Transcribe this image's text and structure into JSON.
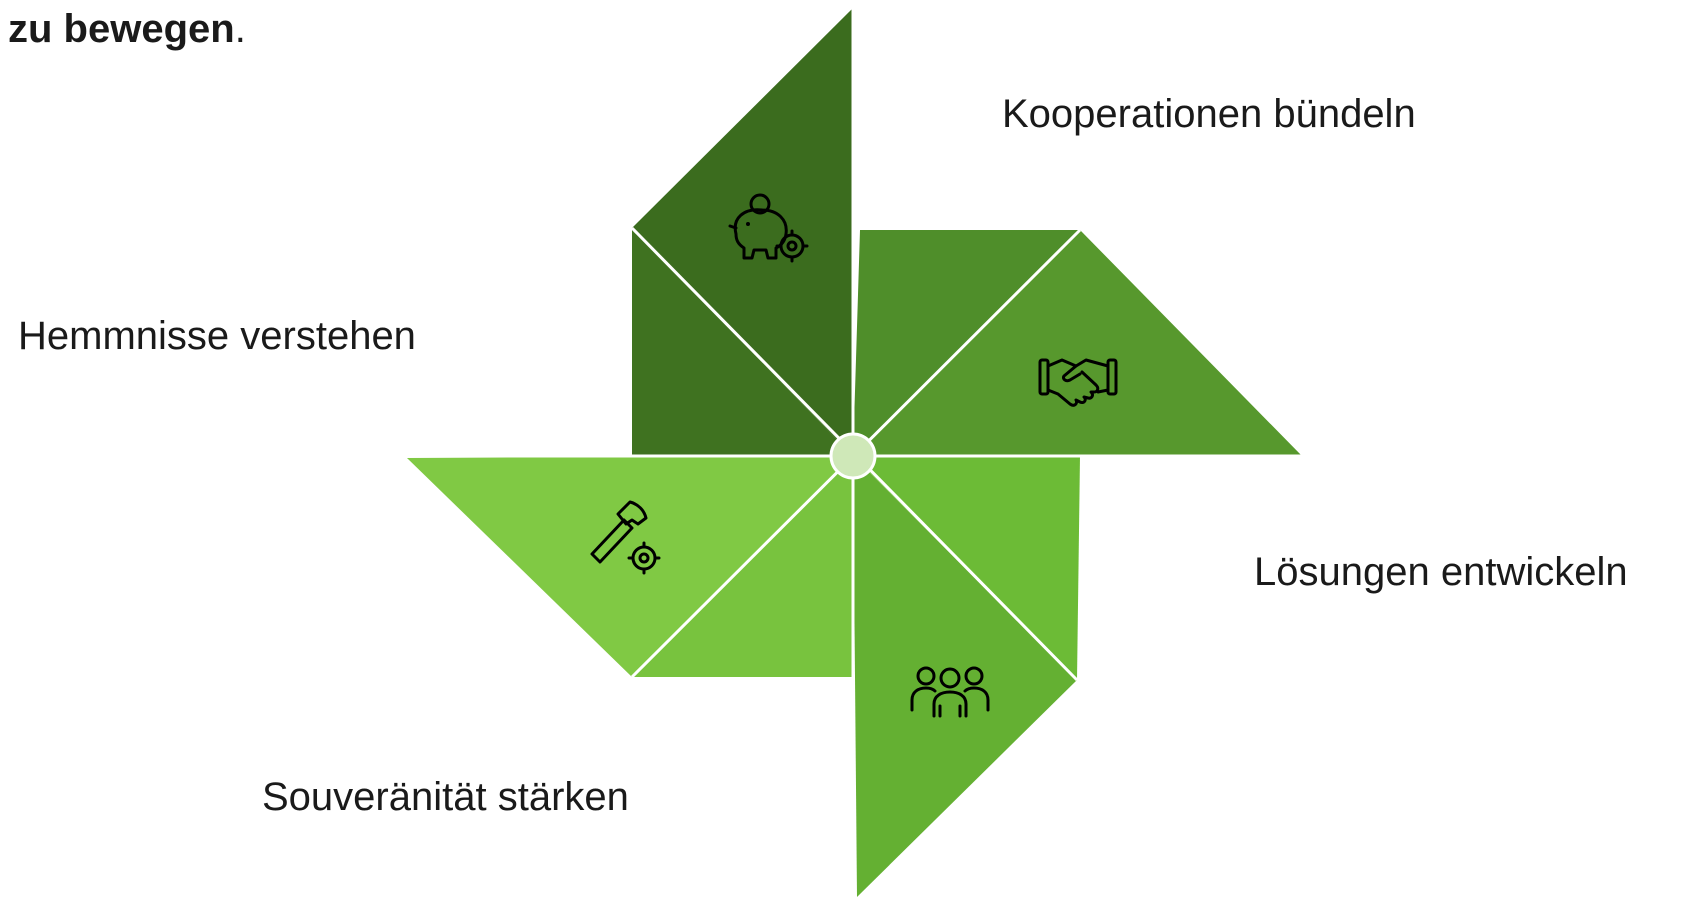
{
  "heading": {
    "bold_text": "zu bewegen",
    "punctuation": "."
  },
  "labels": {
    "top_right": "Kooperationen bündeln",
    "left": "Hemmnisse verstehen",
    "right": "Lösungen entwickeln",
    "bottom_left": "Souveränität stärken"
  },
  "blades": [
    {
      "name": "blade-top",
      "icon": "piggy-bank-gear-icon"
    },
    {
      "name": "blade-right",
      "icon": "handshake-icon"
    },
    {
      "name": "blade-bottom",
      "icon": "people-group-icon"
    },
    {
      "name": "blade-left",
      "icon": "hammer-gear-icon"
    }
  ],
  "colors": {
    "blade_top_outer": "#3b6c1e",
    "blade_top_inner": "#3f7220",
    "blade_right_outer": "#4f8e2a",
    "blade_right_inner": "#57982d",
    "blade_bottom_outer": "#64b032",
    "blade_bottom_inner": "#6cbb36",
    "blade_left_outer": "#80c944",
    "blade_left_inner": "#78c33e",
    "center": "#cfe8b8",
    "separator": "#ffffff"
  }
}
